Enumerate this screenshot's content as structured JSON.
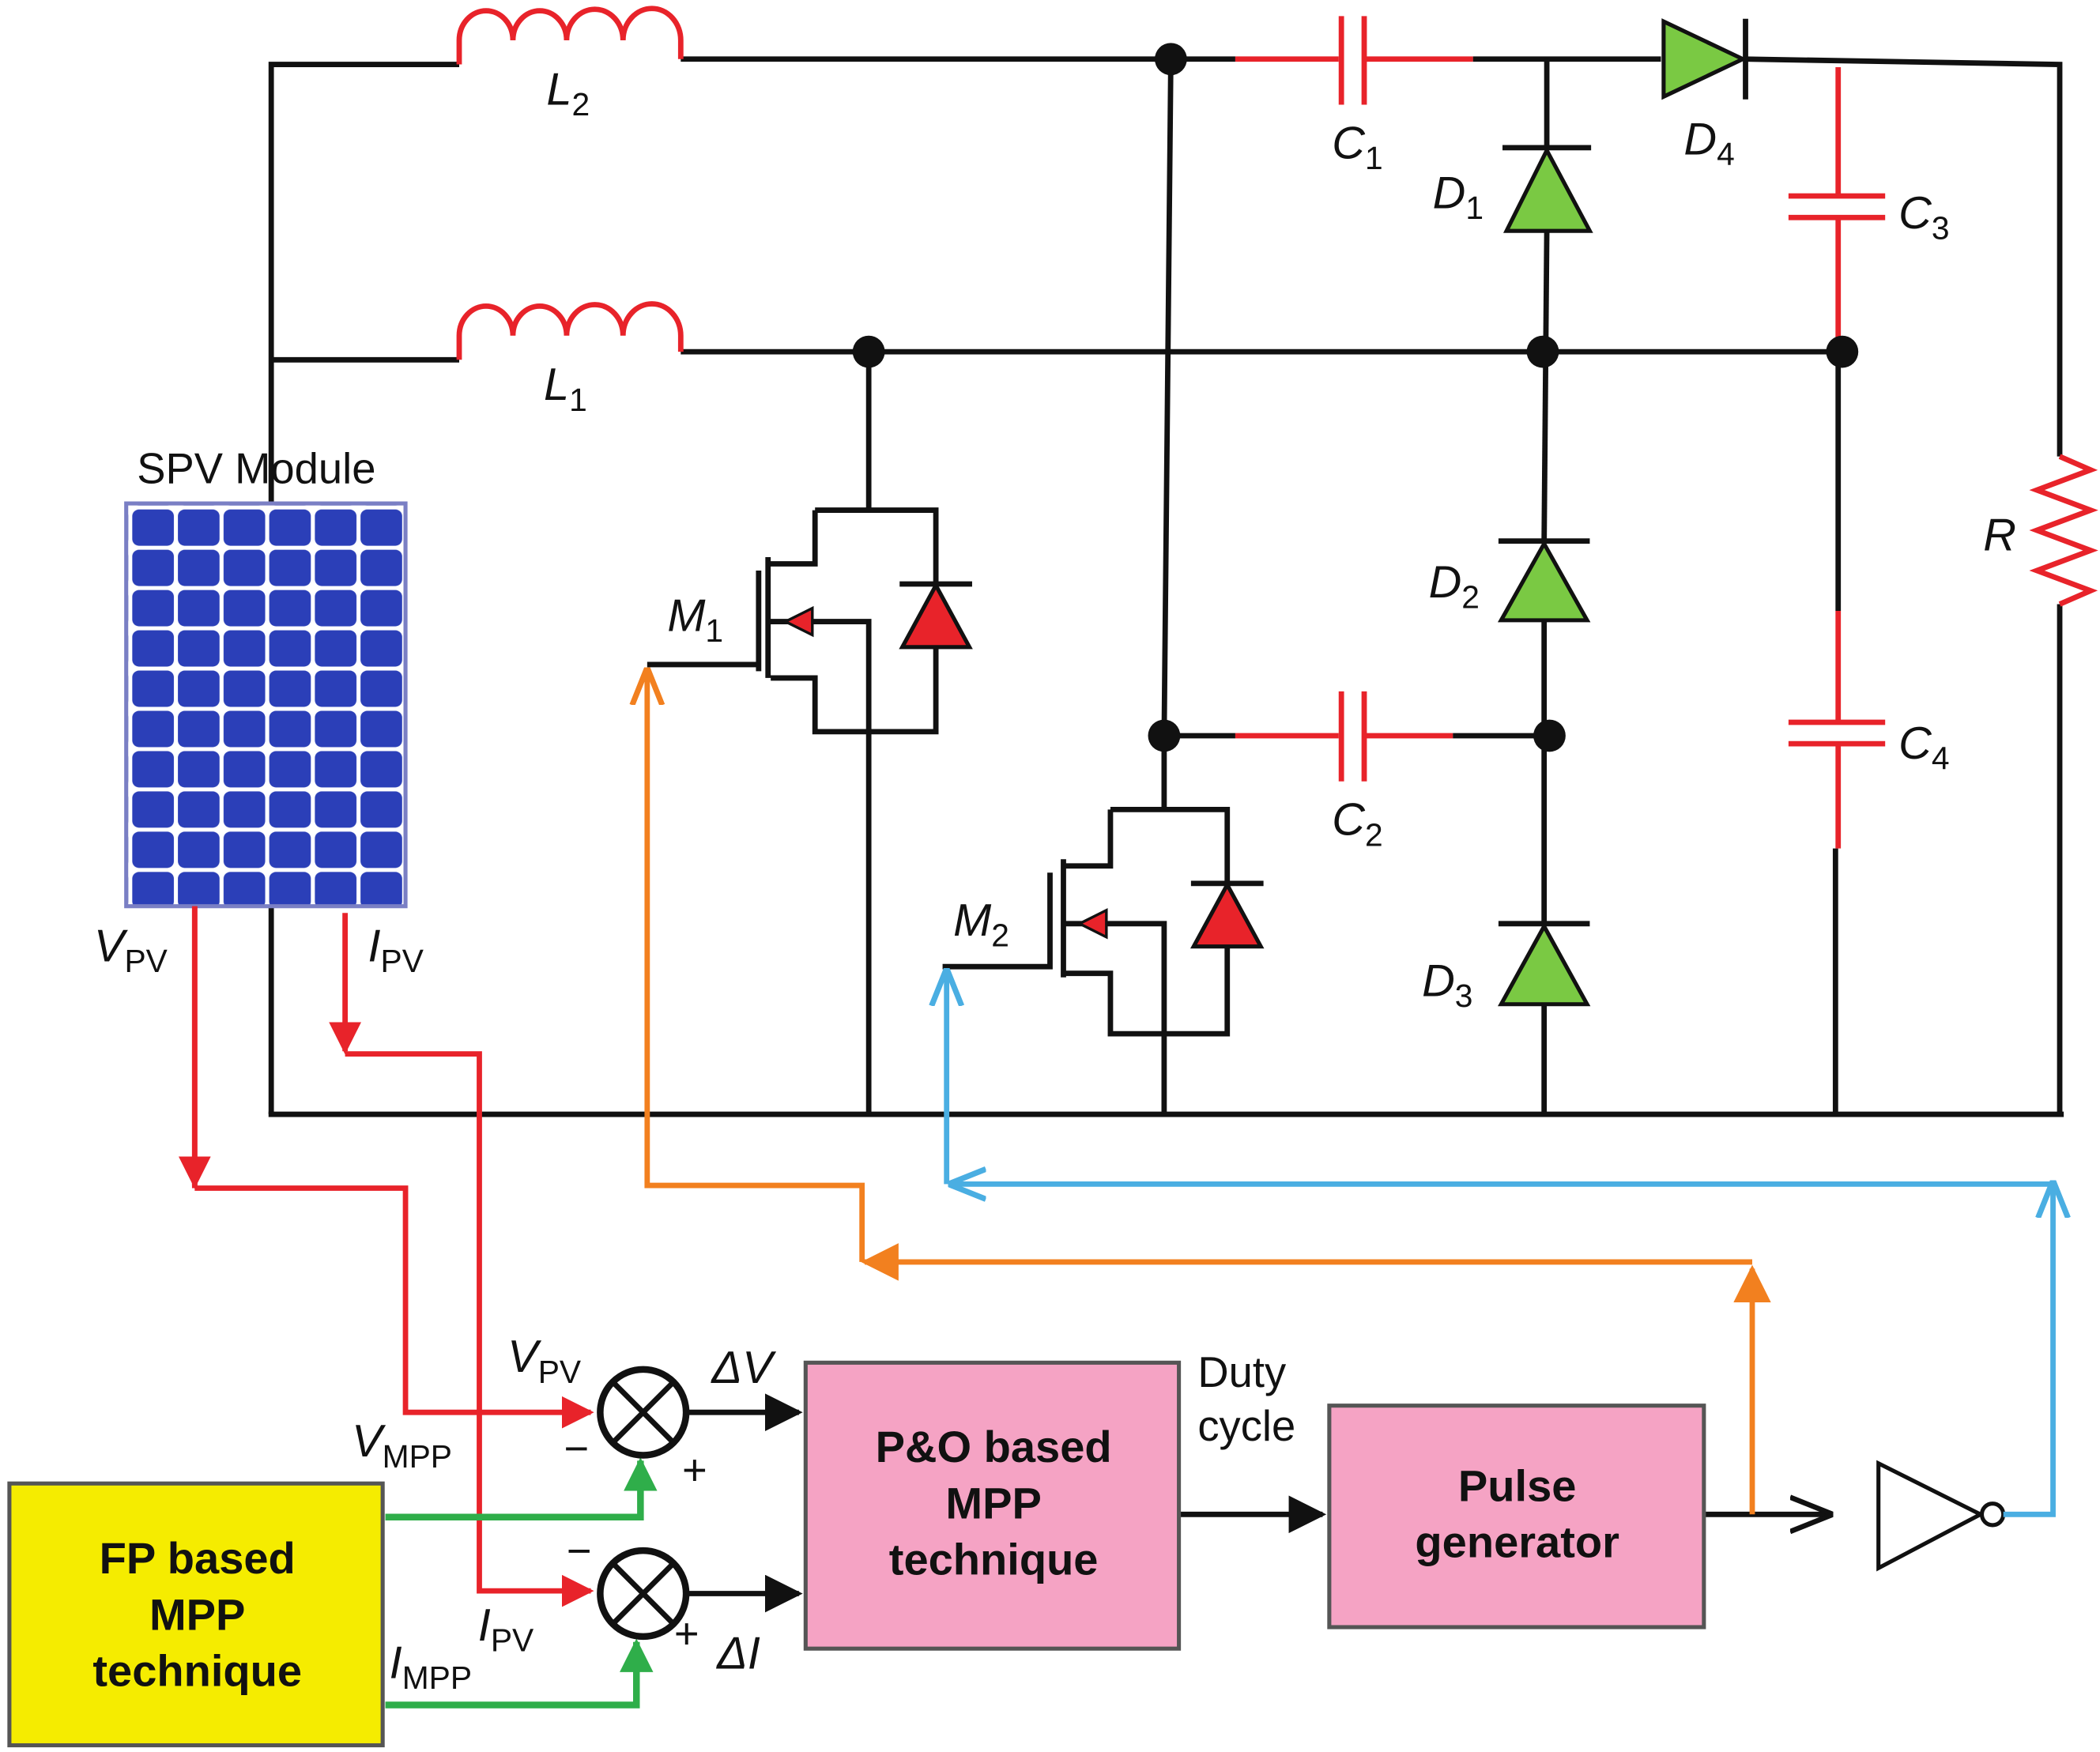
{
  "components": {
    "L2": {
      "main": "L",
      "sub": "2"
    },
    "L1": {
      "main": "L",
      "sub": "1"
    },
    "C1": {
      "main": "C",
      "sub": "1"
    },
    "C2": {
      "main": "C",
      "sub": "2"
    },
    "C3": {
      "main": "C",
      "sub": "3"
    },
    "C4": {
      "main": "C",
      "sub": "4"
    },
    "D1": {
      "main": "D",
      "sub": "1"
    },
    "D2": {
      "main": "D",
      "sub": "2"
    },
    "D3": {
      "main": "D",
      "sub": "3"
    },
    "D4": {
      "main": "D",
      "sub": "4"
    },
    "M1": {
      "main": "M",
      "sub": "1"
    },
    "M2": {
      "main": "M",
      "sub": "2"
    },
    "R": "R"
  },
  "module_label": "SPV Module",
  "signals": {
    "vpv": {
      "main": "V",
      "sub": "PV"
    },
    "ipv": {
      "main": "I",
      "sub": "PV"
    },
    "vmpp": {
      "main": "V",
      "sub": "MPP"
    },
    "impp": {
      "main": "I",
      "sub": "MPP"
    },
    "dv": "ΔV",
    "di": "ΔI",
    "minus": "−",
    "plus": "+",
    "duty_line1": "Duty",
    "duty_line2": "cycle"
  },
  "blocks": {
    "fp": [
      "FP based",
      "MPP",
      "technique"
    ],
    "po": [
      "P&O based",
      "MPP",
      "technique"
    ],
    "pulse": [
      "Pulse",
      "generator"
    ]
  },
  "colors": {
    "wire": "#111111",
    "capacitor": "#e8232a",
    "diode": "#7ac943",
    "body_diode": "#e8232a",
    "sense": "#e8232a",
    "reference": "#2fae4a",
    "gate1": "#f2801f",
    "gate2": "#4aaee2",
    "fp_block": "#f5ec00",
    "po_block": "#f5a3c4",
    "pulse_block": "#f5a3c4",
    "panel": "#2b3fb8"
  }
}
